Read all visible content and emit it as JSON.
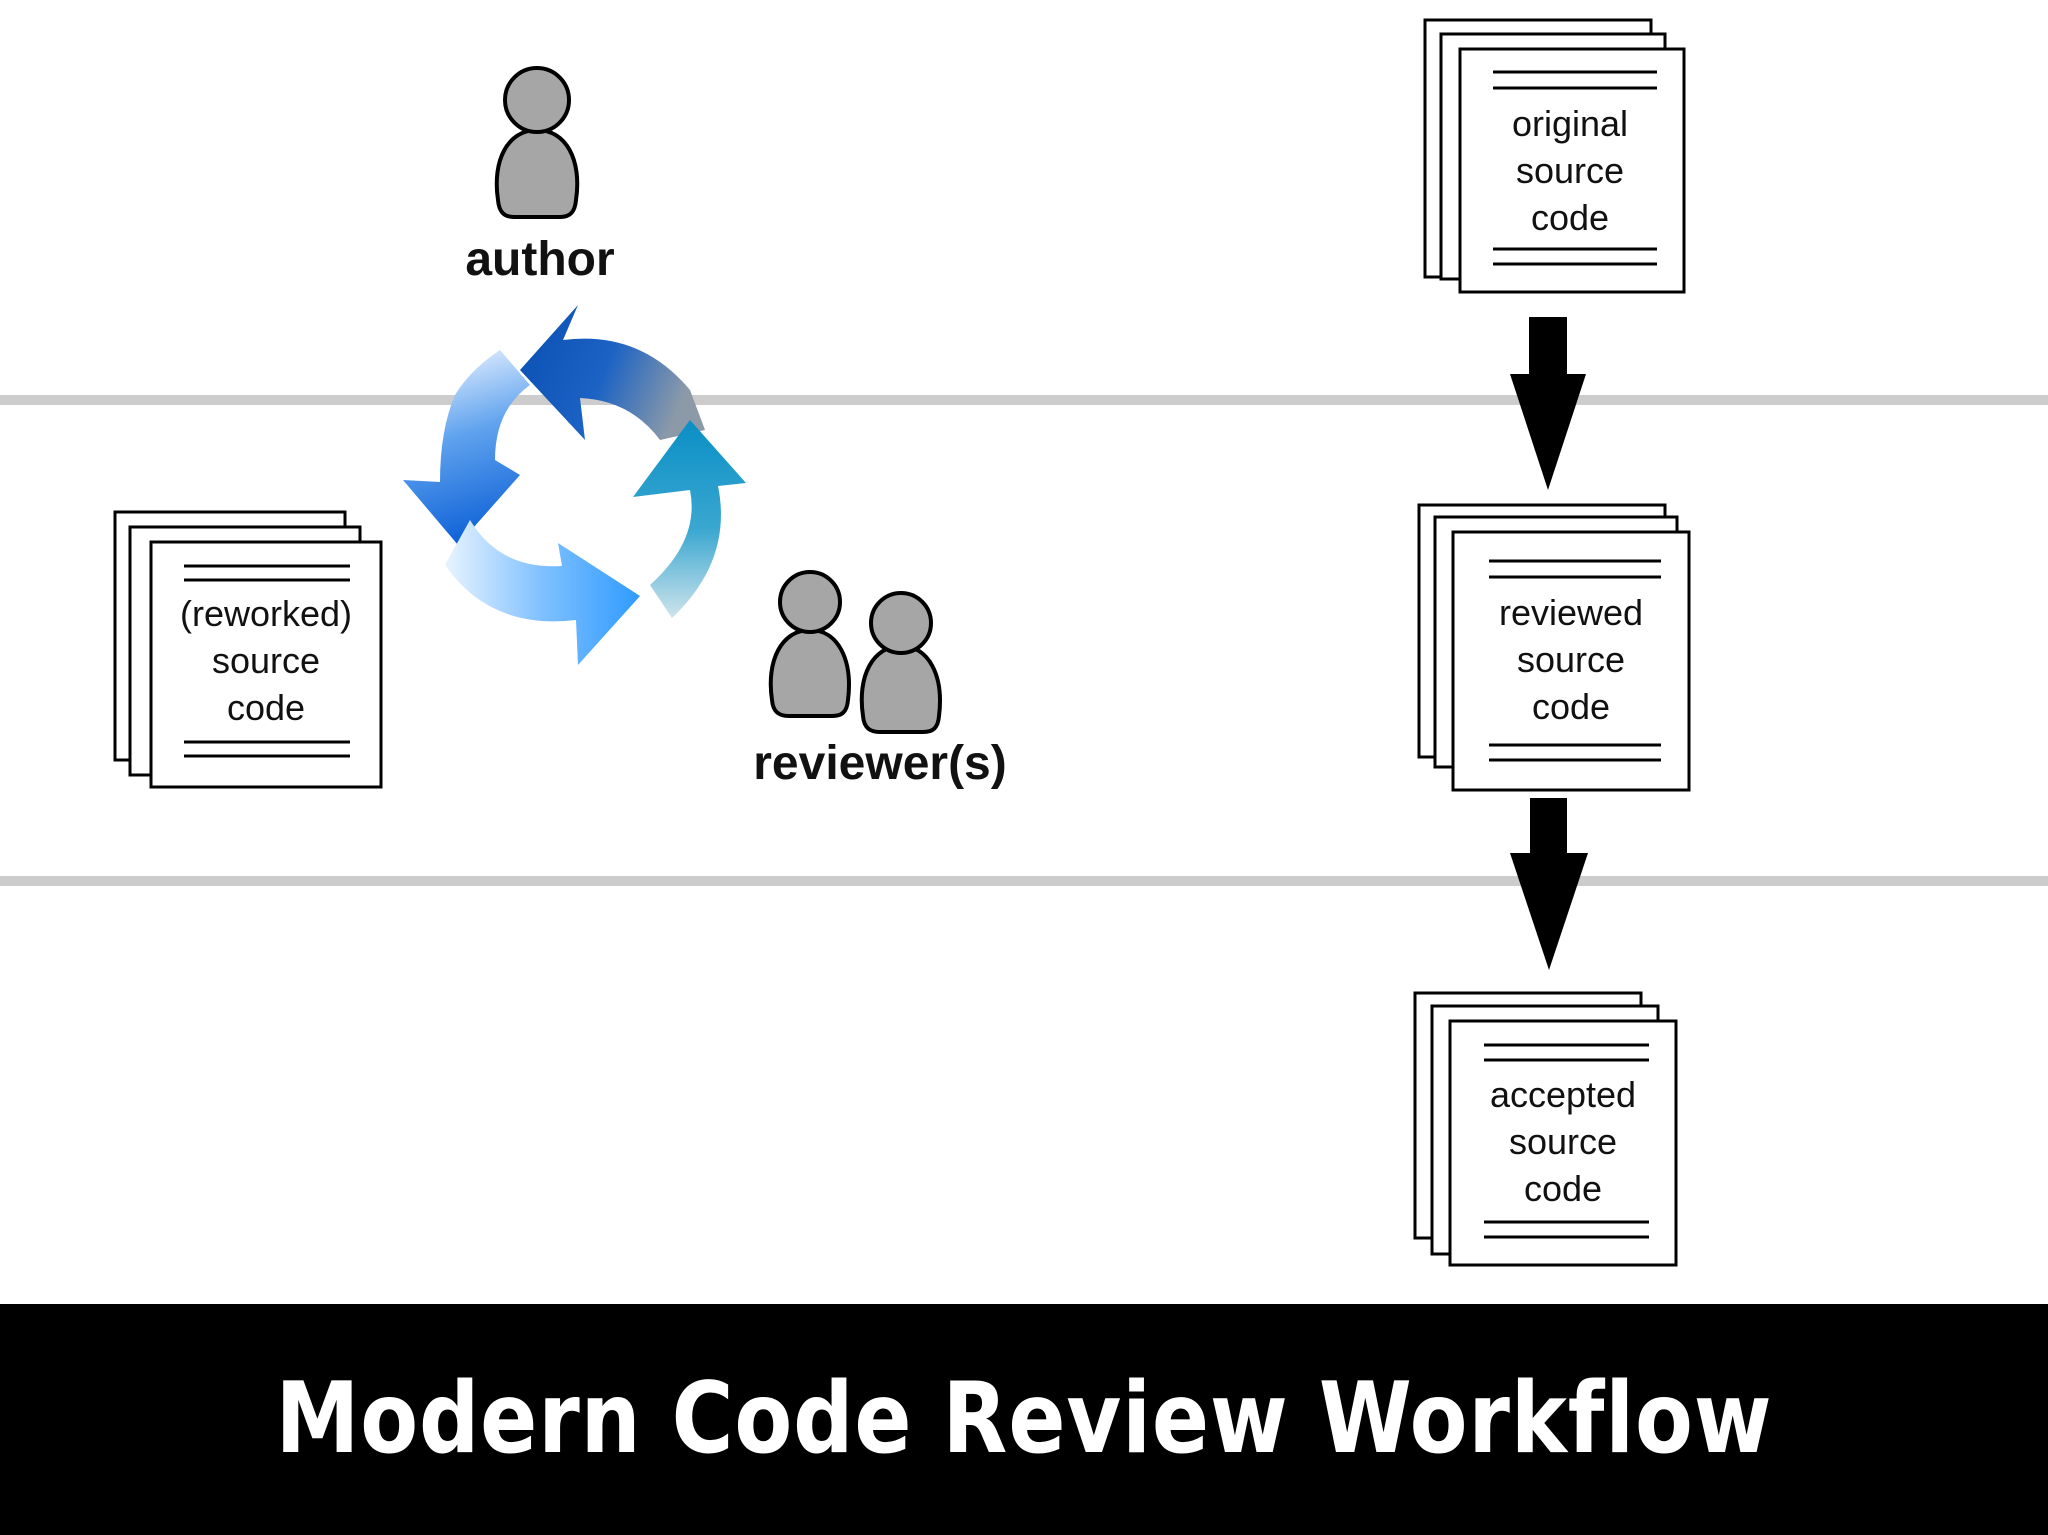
{
  "title": "Modern Code Review Workflow",
  "actors": {
    "author": "author",
    "reviewers": "reviewer(s)"
  },
  "documents": {
    "reworked": [
      "(reworked)",
      "source",
      "code"
    ],
    "original": [
      "original",
      "source",
      "code"
    ],
    "reviewed": [
      "reviewed",
      "source",
      "code"
    ],
    "accepted": [
      "accepted",
      "source",
      "code"
    ]
  },
  "colors": {
    "banner": "#000000",
    "banner_text": "#ffffff",
    "divider": "#cccccc",
    "person_fill": "#a6a6a6",
    "cycle_blue_dark": "#0a4fb3",
    "cycle_blue_light": "#3aa6ff",
    "cycle_teal": "#0a8fc6"
  },
  "icons": [
    "person-icon",
    "cycle-arrows-icon",
    "document-stack-icon",
    "down-arrow-icon"
  ]
}
